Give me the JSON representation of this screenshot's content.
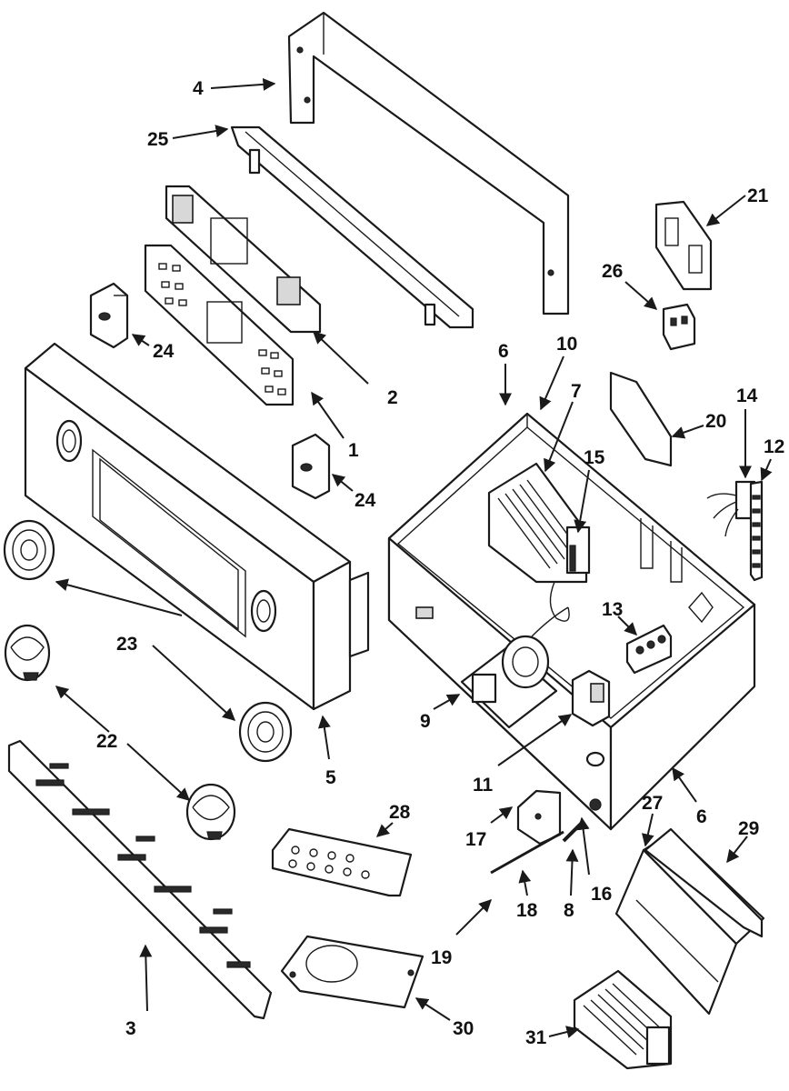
{
  "callouts": [
    {
      "id": "c1",
      "label": "1"
    },
    {
      "id": "c2",
      "label": "2"
    },
    {
      "id": "c3",
      "label": "3"
    },
    {
      "id": "c4",
      "label": "4"
    },
    {
      "id": "c5",
      "label": "5"
    },
    {
      "id": "c6a",
      "label": "6"
    },
    {
      "id": "c6b",
      "label": "6"
    },
    {
      "id": "c7",
      "label": "7"
    },
    {
      "id": "c8",
      "label": "8"
    },
    {
      "id": "c9",
      "label": "9"
    },
    {
      "id": "c10",
      "label": "10"
    },
    {
      "id": "c11",
      "label": "11"
    },
    {
      "id": "c12",
      "label": "12"
    },
    {
      "id": "c13",
      "label": "13"
    },
    {
      "id": "c14",
      "label": "14"
    },
    {
      "id": "c15",
      "label": "15"
    },
    {
      "id": "c16",
      "label": "16"
    },
    {
      "id": "c17",
      "label": "17"
    },
    {
      "id": "c18",
      "label": "18"
    },
    {
      "id": "c19",
      "label": "19"
    },
    {
      "id": "c20",
      "label": "20"
    },
    {
      "id": "c21",
      "label": "21"
    },
    {
      "id": "c22",
      "label": "22"
    },
    {
      "id": "c23",
      "label": "23"
    },
    {
      "id": "c24a",
      "label": "24"
    },
    {
      "id": "c24b",
      "label": "24"
    },
    {
      "id": "c25",
      "label": "25"
    },
    {
      "id": "c26",
      "label": "26"
    },
    {
      "id": "c27",
      "label": "27"
    },
    {
      "id": "c28",
      "label": "28"
    },
    {
      "id": "c29",
      "label": "29"
    },
    {
      "id": "c30",
      "label": "30"
    },
    {
      "id": "c31",
      "label": "31"
    }
  ],
  "colors": {
    "ink": "#1a1a1a",
    "background": "#ffffff"
  }
}
